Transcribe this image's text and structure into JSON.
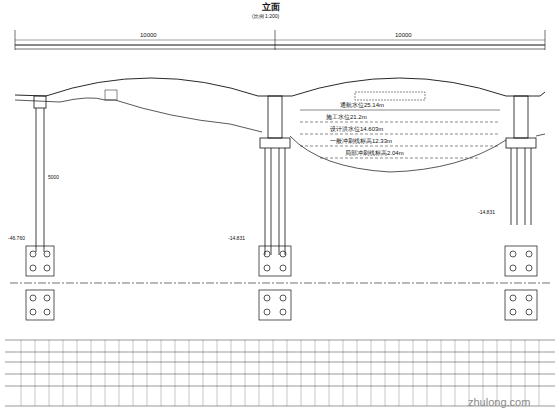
{
  "diagram": {
    "title": "立面",
    "labels": [
      "(比例 1:200)",
      "10000",
      "10000",
      "通航水位25.14m",
      "施工水位21.2m",
      "设计洪水位14.603m",
      "一般冲刷线标高12.33m",
      "局部冲刷线标高2.04m",
      "5000",
      "-46.760",
      "-14.831",
      "-14.831",
      "zhulong.com"
    ]
  }
}
